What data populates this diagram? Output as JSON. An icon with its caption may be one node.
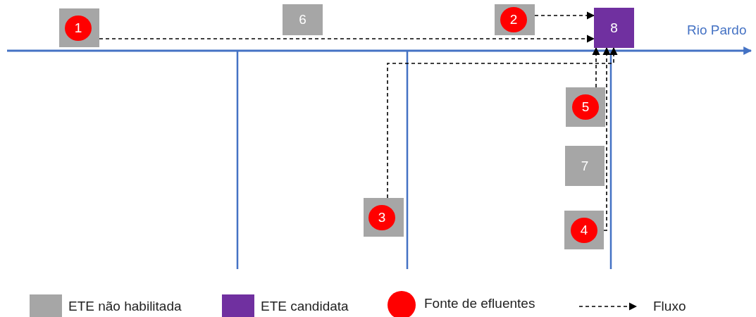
{
  "diagram": {
    "nodes": [
      {
        "text": [
          "1"
        ]
      },
      {
        "text": [
          "6"
        ]
      },
      {
        "text": [
          "2"
        ]
      },
      {
        "text": [
          "8"
        ]
      },
      {
        "text": [
          "5"
        ]
      },
      {
        "text": [
          "7"
        ]
      },
      {
        "text": [
          "3"
        ]
      },
      {
        "text": [
          "4"
        ]
      }
    ],
    "edges": [
      {
        "from": 0,
        "to": 3,
        "arrow": "to",
        "style": "dashed"
      },
      {
        "from": 2,
        "to": 3,
        "arrow": "to",
        "style": "dashed"
      },
      {
        "from": 6,
        "to": 3,
        "arrow": "to",
        "style": "dashed"
      },
      {
        "from": 4,
        "to": 3,
        "arrow": "to",
        "style": "dashed"
      },
      {
        "from": 7,
        "to": 3,
        "arrow": "to",
        "style": "dashed"
      }
    ],
    "labels": [
      "Rio Pardo"
    ],
    "legend": [
      {
        "text": "ETE não habilitada",
        "color": "#a6a6a6"
      },
      {
        "text": "ETE candidata",
        "color": "#7030a0"
      },
      {
        "text": "Fonte de efluentes",
        "color": "#ff0000"
      },
      {
        "text": "Fluxo"
      }
    ]
  }
}
